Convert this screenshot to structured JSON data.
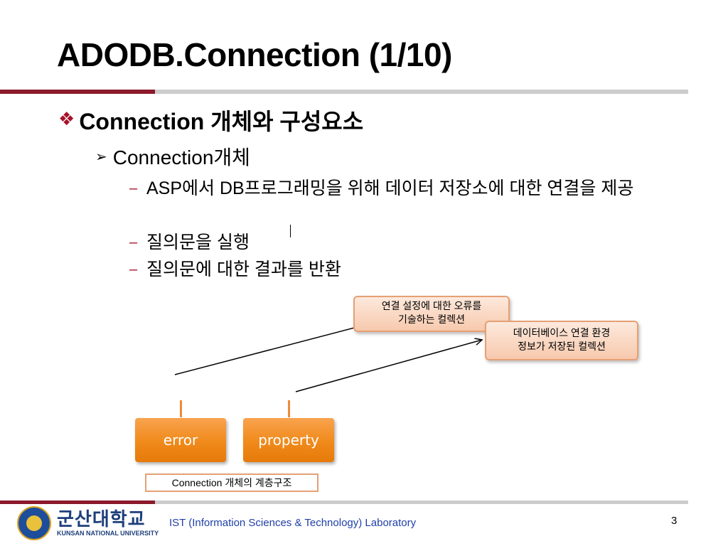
{
  "slide": {
    "title": "ADODB.Connection (1/10)",
    "bullet1": "Connection 개체와 구성요소",
    "bullet2": "Connection개체",
    "items": [
      "ASP에서 DB프로그래밍을 위해 데이터 저장소에 대한 연결을 제공",
      "질의문을 실행",
      "질의문에 대한 결과를 반환"
    ]
  },
  "diagram": {
    "callout_errors_line1": "연결 설정에 대한 오류를",
    "callout_errors_line2": "기술하는 컬렉션",
    "callout_props_line1": "데이터베이스 연결 환경",
    "callout_props_line2": "정보가 저장된 컬렉션",
    "box_error": "error",
    "box_property": "property",
    "caption": "Connection 개체의 계층구조"
  },
  "footer": {
    "logo_korean": "군산대학교",
    "logo_english": "KUNSAN NATIONAL UNIVERSITY",
    "lab": "IST (Information Sciences & Technology) Laboratory",
    "page": "3"
  },
  "colors": {
    "accent_red": "#8c1a2c",
    "bullet_red": "#a8122a",
    "box_orange": "#f08a1a",
    "callout_border": "#e6a074",
    "footer_blue": "#1f3fa8"
  },
  "icons": {
    "bullet1": "diamond-cluster-icon",
    "bullet2": "arrowhead-icon",
    "bullet3": "dash-icon"
  }
}
